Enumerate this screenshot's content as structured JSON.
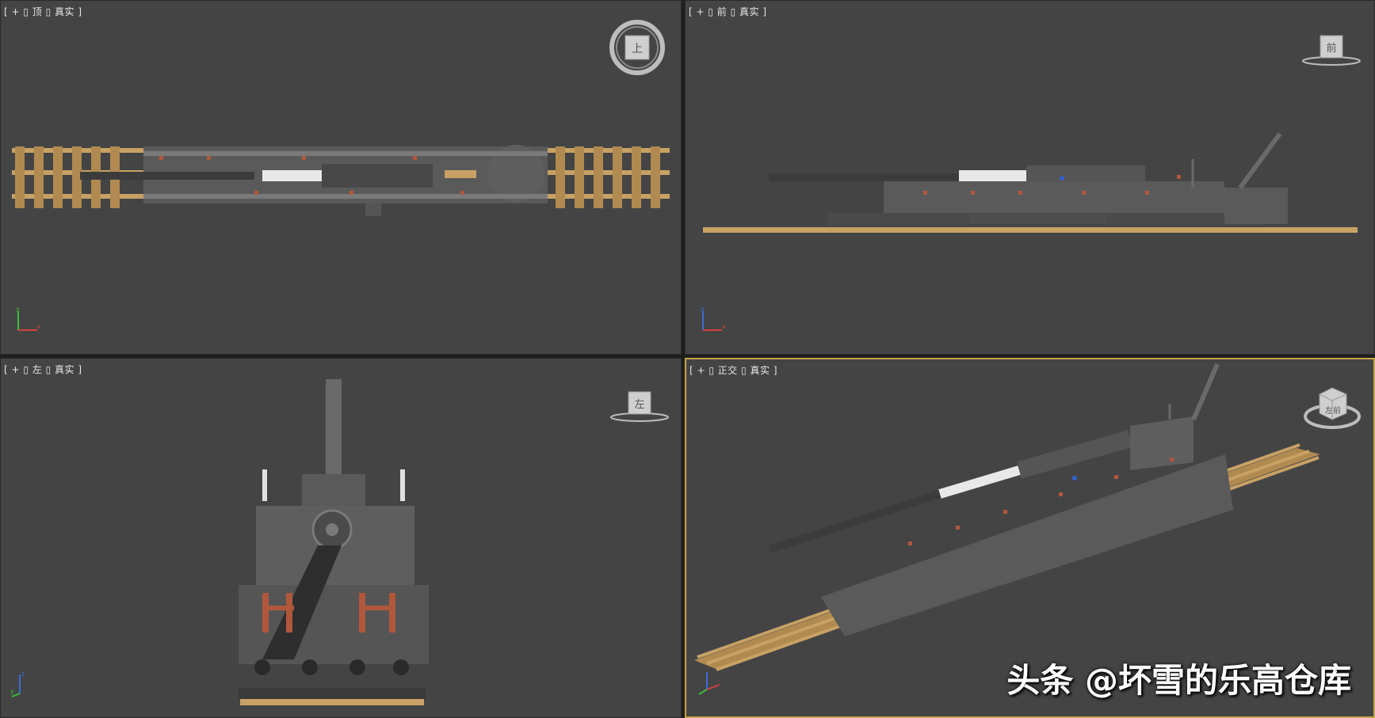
{
  "viewports": {
    "top": {
      "label": "[ + ▯ 顶 ▯ 真实 ]",
      "cube_face": "上"
    },
    "front": {
      "label": "[ + ▯ 前 ▯ 真实 ]",
      "cube_face": "前"
    },
    "left": {
      "label": "[ + ▯ 左 ▯ 真实 ]",
      "cube_face": "左"
    },
    "persp": {
      "label": "[ + ▯ 正交 ▯ 真实 ]",
      "cube_face": "左前"
    }
  },
  "axis": {
    "x": "x",
    "y": "y",
    "z": "z"
  },
  "watermark": "头条 @坏雪的乐高仓库",
  "colors": {
    "viewport_bg": "#444444",
    "active_border": "#c8a447",
    "track_wood": "#c8a165",
    "gun_grey": "#6a6a6a",
    "gun_dark": "#3c3c3c",
    "accent_red": "#b0573c",
    "barrel_white": "#e8e8e8"
  }
}
